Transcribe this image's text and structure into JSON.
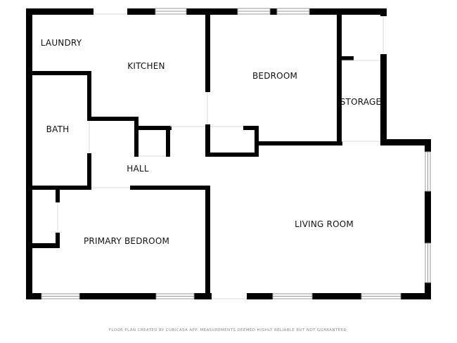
{
  "floorplan": {
    "rooms": [
      {
        "key": "laundry",
        "label": "LAUNDRY"
      },
      {
        "key": "kitchen",
        "label": "KITCHEN"
      },
      {
        "key": "bedroom",
        "label": "BEDROOM"
      },
      {
        "key": "storage",
        "label": "STORAGE"
      },
      {
        "key": "bath",
        "label": "BATH"
      },
      {
        "key": "hall",
        "label": "HALL"
      },
      {
        "key": "primary_bedroom",
        "label": "PRIMARY BEDROOM"
      },
      {
        "key": "living_room",
        "label": "LIVING ROOM"
      }
    ],
    "footer": "FLOOR PLAN CREATED BY CUBICASA APP. MEASUREMENTS DEEMED HIGHLY RELIABLE BUT NOT GUARANTEED.",
    "colors": {
      "wall": "#000000",
      "window": "#9a9a9a",
      "background": "#ffffff"
    }
  }
}
